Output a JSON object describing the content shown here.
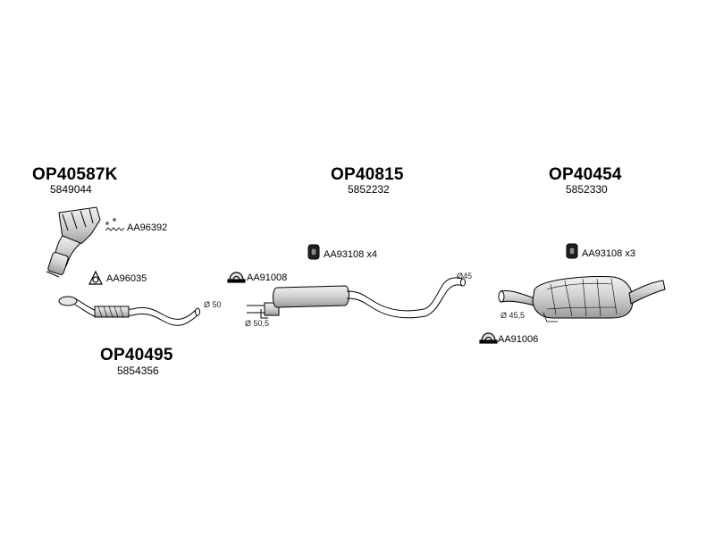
{
  "groups": {
    "manifold": {
      "code": "OP40587K",
      "number": "5849044"
    },
    "front_pipe": {
      "code": "OP40495",
      "number": "5854356"
    },
    "middle": {
      "code": "OP40815",
      "number": "5852232"
    },
    "rear": {
      "code": "OP40454",
      "number": "5852330"
    }
  },
  "accessories": {
    "aa96392": "AA96392",
    "aa96035": "AA96035",
    "aa91008": "AA91008",
    "aa93108_x4": "AA93108 x4",
    "aa93108_x3": "AA93108 x3",
    "aa91006": "AA91006"
  },
  "dimensions": {
    "d50": "Ø 50",
    "d50_5": "Ø 50,5",
    "d45": "Ø45",
    "d45_5": "Ø 45,5"
  },
  "icons": {
    "manifold": "catalytic-manifold-icon",
    "front_pipe": "front-pipe-icon",
    "middle": "middle-silencer-icon",
    "rear": "rear-silencer-icon",
    "gasket": "gasket-icon",
    "clamp": "clamp-icon",
    "rubber_mount": "rubber-mount-icon",
    "spring": "spring-icon"
  },
  "colors": {
    "line": "#000000",
    "fill": "#d8d8d8",
    "background": "#ffffff"
  }
}
